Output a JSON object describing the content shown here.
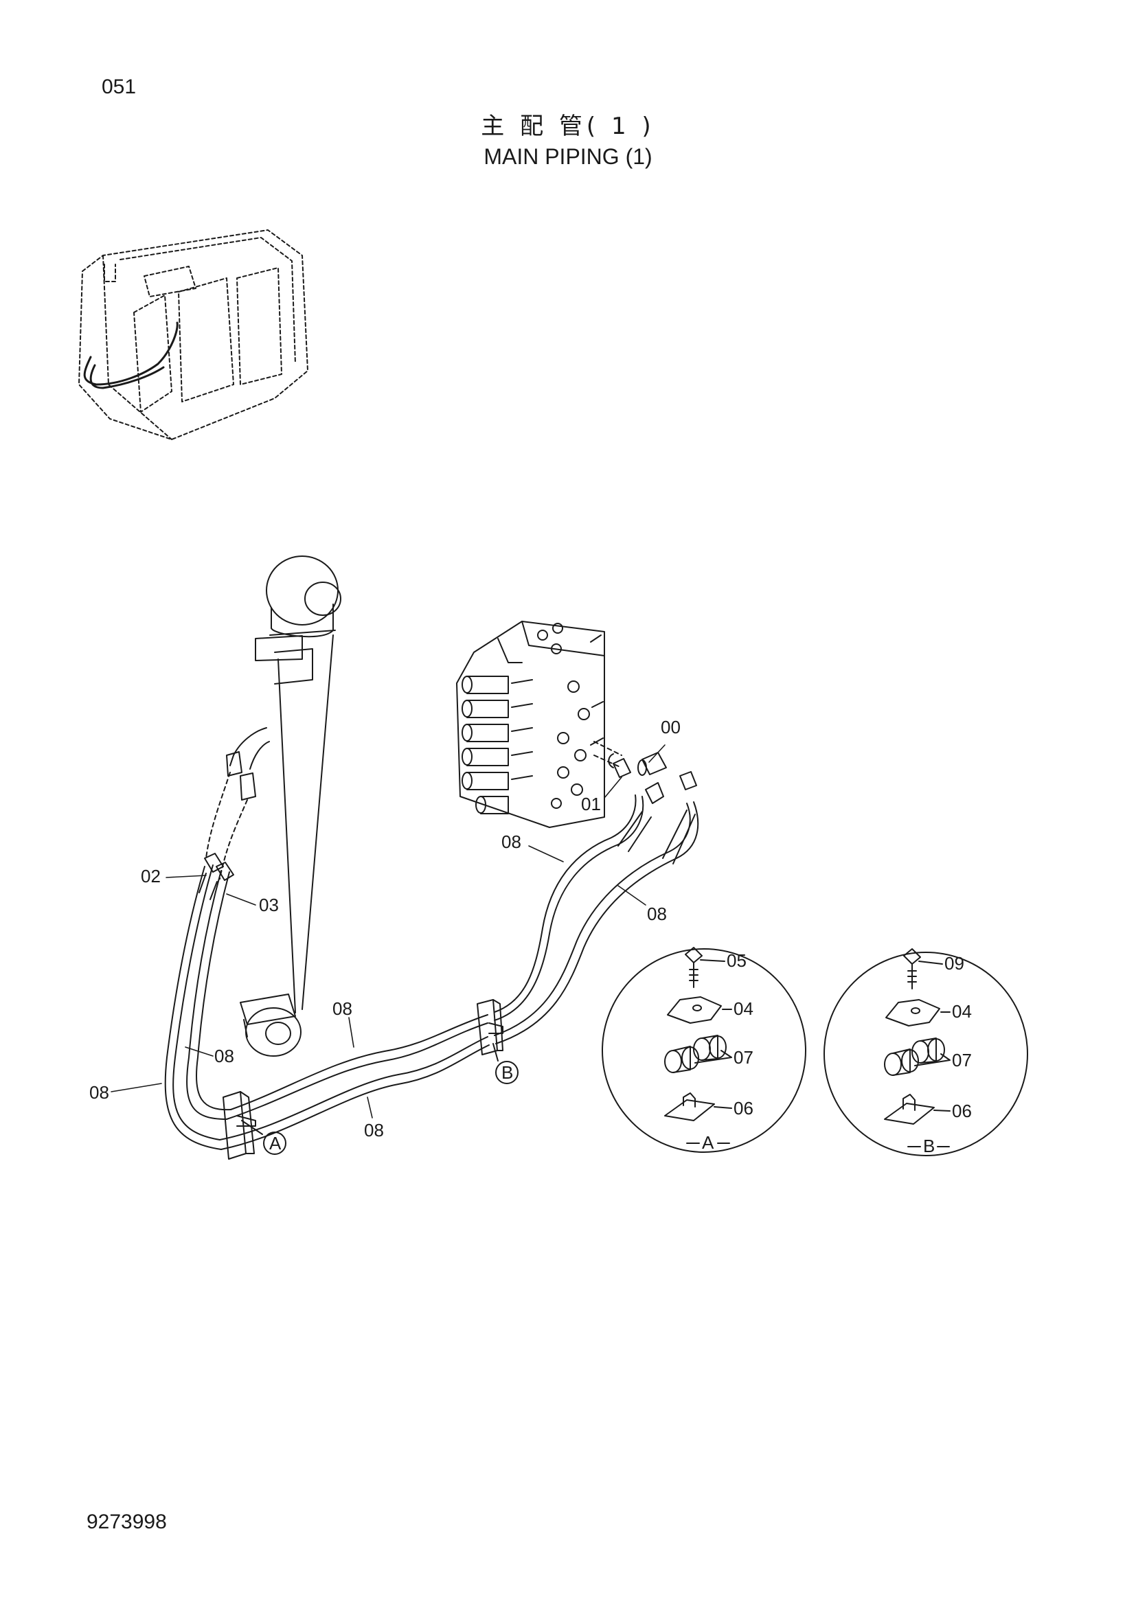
{
  "header": {
    "page_number": "051",
    "title_jp": "主 配 管( 1 )",
    "title_en": "MAIN PIPING (1)"
  },
  "footer": {
    "drawing_number": "9273998"
  },
  "callouts": {
    "c00": "00",
    "c01": "01",
    "c02": "02",
    "c03": "03",
    "c08a": "08",
    "c08b": "08",
    "c08c": "08",
    "c08d": "08",
    "c08e": "08",
    "c08f": "08"
  },
  "detail_a": {
    "label": "A",
    "parts": [
      "05",
      "04",
      "07",
      "06"
    ]
  },
  "detail_b": {
    "label": "B",
    "parts": [
      "09",
      "04",
      "07",
      "06"
    ]
  },
  "section_markers": {
    "a": "A",
    "b": "B"
  }
}
